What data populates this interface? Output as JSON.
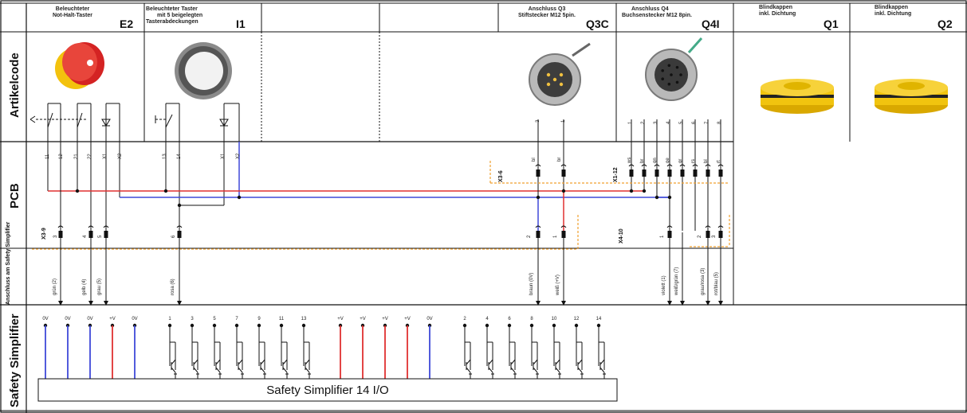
{
  "sections": {
    "artikel": "Artikelcode",
    "pcb": "PCB",
    "anschluss": "Anschluss am Safety Simplifier",
    "safety": "Safety Simplifier"
  },
  "header": [
    {
      "line1": "Beleuchteter",
      "line2": "Not-Halt-Taster",
      "line3": "",
      "tag": "E2"
    },
    {
      "line1": "Beleuchteter Taster",
      "line2": "mit 5 beigelegten",
      "line3": "Tasterabdeckungen",
      "tag": "I1"
    },
    {
      "line1": "Anschluss Q3",
      "line2": "Stiftstecker M12 5pin.",
      "line3": "",
      "tag": "Q3C"
    },
    {
      "line1": "Anschluss Q4",
      "line2": "Buchsenstecker M12 8pin.",
      "line3": "",
      "tag": "Q4I"
    },
    {
      "line1": "Blindkappen",
      "line2": "inkl. Dichtung",
      "line3": "",
      "tag": "Q1"
    },
    {
      "line1": "Blindkappen",
      "line2": "inkl. Dichtung",
      "line3": "",
      "tag": "Q2"
    }
  ],
  "e2_pins": [
    "11",
    "12",
    "21",
    "22",
    "X1",
    "X2"
  ],
  "i1_pins": [
    "13",
    "14",
    "X1",
    "X2"
  ],
  "q3_top": [
    "3",
    "1"
  ],
  "q3_mid": [
    "bl",
    "br"
  ],
  "q4_top": [
    "1",
    "2",
    "3",
    "4",
    "5",
    "6",
    "7",
    "8"
  ],
  "q4_mid": [
    "ws",
    "br",
    "gn",
    "ge",
    "gr",
    "rs",
    "bl",
    "rt"
  ],
  "connectors": {
    "x3_9": "X3-9",
    "x3_6": "X3-6",
    "x1_12": "X1-12",
    "x4_10": "X4-10"
  },
  "bottom_left": [
    "3",
    "4",
    "5",
    "6"
  ],
  "bottom_q3": [
    "2",
    "1"
  ],
  "bottom_q4": [
    "1",
    "2",
    "3"
  ],
  "wires": [
    "grün (2)",
    "gelb (4)",
    "grau (5)",
    "rosa (6)",
    "braun (0V)",
    "weiß (+V)",
    "violett (1)",
    "weiß/grün (7)",
    "grau/rosa (3)",
    "rot/blau (5)"
  ],
  "terminals": {
    "power": [
      "0V",
      "0V",
      "0V",
      "+V",
      "0V"
    ],
    "inputs": [
      "1",
      "3",
      "5",
      "7",
      "9",
      "11",
      "13"
    ],
    "power2": [
      "+V",
      "+V",
      "+V",
      "+V",
      "0V"
    ],
    "outputs": [
      "2",
      "4",
      "6",
      "8",
      "10",
      "12",
      "14"
    ]
  },
  "box_label": "Safety Simplifier 14 I/O",
  "colors": {
    "red": "#e03030",
    "blue": "#3f49d8",
    "orange": "#f0a030",
    "yellow": "#f3c20e",
    "line": "#111111"
  }
}
